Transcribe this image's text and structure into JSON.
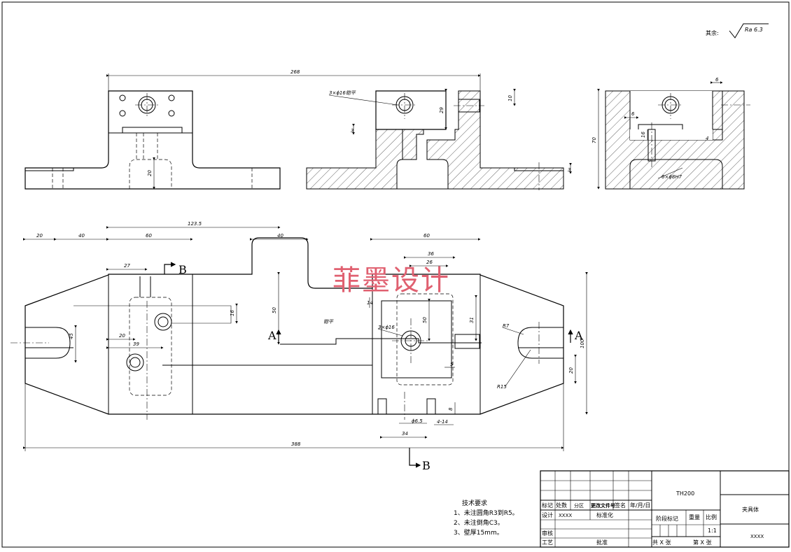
{
  "surface_finish": {
    "prefix": "其余:",
    "value": "Ra 6.3"
  },
  "watermark": "菲墨设计",
  "dimensions": {
    "d268": "268",
    "counterbore_top": "3×ϕ16锪平",
    "d29": "29",
    "d10": "10",
    "d3": "3",
    "d20_top": "20",
    "d6_a": "6",
    "d6_b": "6",
    "d70": "70",
    "d16": "16",
    "d4": "4",
    "holes6": "6×ϕ8H7",
    "d3_r": "3",
    "d123_5": "123.5",
    "d20_l": "20",
    "d40_l": "40",
    "d60_l": "60",
    "d40_m": "40",
    "d60_r": "60",
    "d36": "36",
    "d26": "26",
    "d27": "27",
    "d16_m": "16",
    "d50": "50",
    "d45": "45",
    "d20_m": "20",
    "d39": "39",
    "d14": "14",
    "d50_r": "50",
    "d31": "31",
    "d5": "5",
    "holes_bot": "3×ϕ16",
    "r7": "R7",
    "r15": "R15",
    "d100": "100",
    "d20_r": "20",
    "d8": "8",
    "phi6_5": "ϕ6.5",
    "slot": "4-14",
    "d34": "34",
    "d388": "388",
    "slot_label": "锪平"
  },
  "section_labels": {
    "a_left": "A",
    "a_right": "A",
    "b_top": "B",
    "b_bottom": "B"
  },
  "notes": {
    "title": "技术要求",
    "items": [
      "1、未注圆角R3到R5。",
      "2、未注倒角C3。",
      "3、壁厚15mm。"
    ]
  },
  "title_block": {
    "part_number": "TH200",
    "part_name": "夹具体",
    "marking": "标记",
    "count": "处数",
    "zone": "分区",
    "change_doc": "更改文件号",
    "signature": "签名",
    "date": "年/月/日",
    "design": "设计",
    "designer": "XXXX",
    "standardize": "标准化",
    "stage_mark": "阶段标记",
    "weight": "重量",
    "scale_label": "比例",
    "scale": "1:1",
    "review": "审核",
    "process": "工艺",
    "approve": "批准",
    "sheets_total": "共  X  张",
    "sheet_no": "第  X  张",
    "company": "XXXX"
  }
}
